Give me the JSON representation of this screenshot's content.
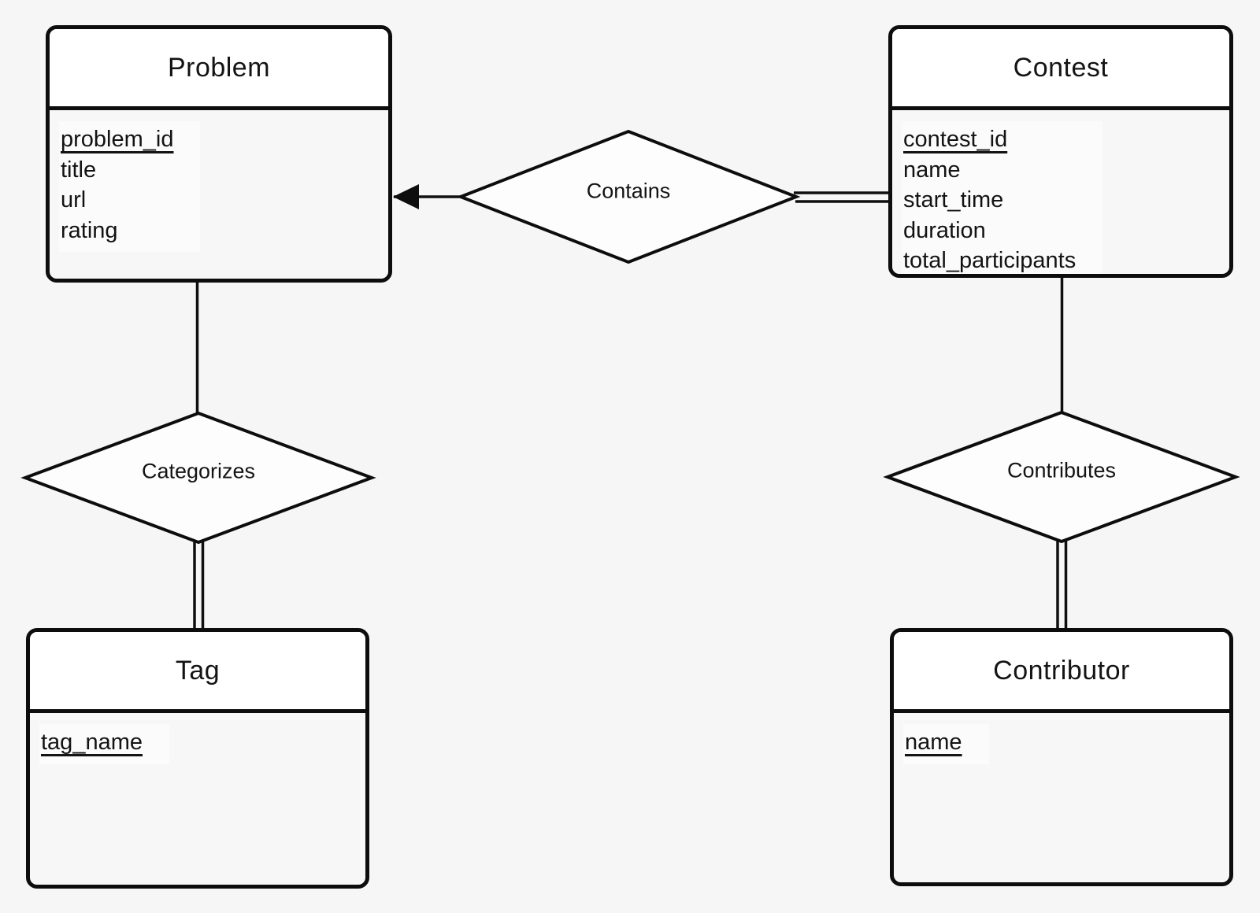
{
  "canvas": {
    "background": "#f6f6f7",
    "shape_fill": "#fdfdfe",
    "line_color": "#0f0f0f"
  },
  "entities": [
    {
      "title": "Problem",
      "attributes": [
        {
          "name": "problem_id",
          "primary_key": true
        },
        {
          "name": "title",
          "primary_key": false
        },
        {
          "name": "url",
          "primary_key": false
        },
        {
          "name": "rating",
          "primary_key": false
        }
      ]
    },
    {
      "title": "Contest",
      "attributes": [
        {
          "name": "contest_id",
          "primary_key": true
        },
        {
          "name": "name",
          "primary_key": false
        },
        {
          "name": "start_time",
          "primary_key": false
        },
        {
          "name": "duration",
          "primary_key": false
        },
        {
          "name": "total_participants",
          "primary_key": false
        }
      ]
    },
    {
      "title": "Tag",
      "attributes": [
        {
          "name": "tag_name",
          "primary_key": true
        }
      ]
    },
    {
      "title": "Contributor",
      "attributes": [
        {
          "name": "name",
          "primary_key": true
        }
      ]
    }
  ],
  "relationships": [
    {
      "label": "Contains",
      "between": [
        "Contest",
        "Problem"
      ],
      "notation": {
        "problem_end": "arrow",
        "contest_end": "double-line"
      }
    },
    {
      "label": "Categorizes",
      "between": [
        "Problem",
        "Tag"
      ],
      "notation": {
        "problem_end": "single-line",
        "tag_end": "double-line"
      }
    },
    {
      "label": "Contributes",
      "between": [
        "Contest",
        "Contributor"
      ],
      "notation": {
        "contest_end": "single-line",
        "contributor_end": "double-line"
      }
    }
  ]
}
